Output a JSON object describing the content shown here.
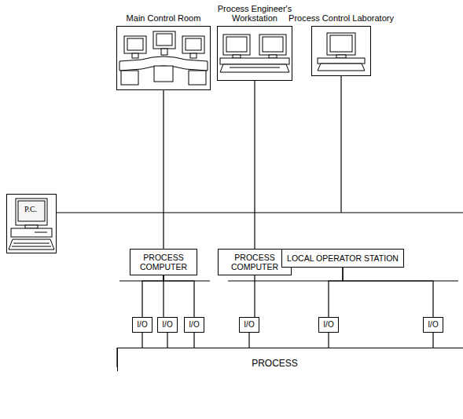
{
  "diagram": {
    "nodes": [
      {
        "text": [
          "Main Control Room"
        ]
      },
      {
        "text": [
          "Process Engineer's Workstation"
        ]
      },
      {
        "text": [
          "Process Control Laboratory"
        ]
      },
      {
        "text": [
          "P.C."
        ]
      },
      {
        "text": [
          "PROCESS COMPUTER"
        ]
      },
      {
        "text": [
          "PROCESS COMPUTER"
        ]
      },
      {
        "text": [
          "LOCAL OPERATOR STATION"
        ]
      },
      {
        "text": [
          "I/O"
        ]
      },
      {
        "text": [
          "I/O"
        ]
      },
      {
        "text": [
          "I/O"
        ]
      },
      {
        "text": [
          "I/O"
        ]
      },
      {
        "text": [
          "I/O"
        ]
      },
      {
        "text": [
          "I/O"
        ]
      },
      {
        "text": [
          "PROCESS"
        ]
      }
    ],
    "edges": [
      {
        "from": 0,
        "to": 4,
        "arrow": "none"
      },
      {
        "from": 1,
        "to": 5,
        "arrow": "none"
      },
      {
        "from": 4,
        "to": 7,
        "arrow": "none"
      },
      {
        "from": 4,
        "to": 8,
        "arrow": "none"
      },
      {
        "from": 4,
        "to": 9,
        "arrow": "none"
      },
      {
        "from": 5,
        "to": 10,
        "arrow": "none"
      },
      {
        "from": 6,
        "to": 11,
        "arrow": "none"
      },
      {
        "from": 6,
        "to": 12,
        "arrow": "none"
      },
      {
        "from": 7,
        "to": 13,
        "arrow": "none"
      },
      {
        "from": 8,
        "to": 13,
        "arrow": "none"
      },
      {
        "from": 9,
        "to": 13,
        "arrow": "none"
      },
      {
        "from": 10,
        "to": 13,
        "arrow": "none"
      },
      {
        "from": 11,
        "to": 13,
        "arrow": "none"
      },
      {
        "from": 12,
        "to": 13,
        "arrow": "none"
      }
    ]
  }
}
